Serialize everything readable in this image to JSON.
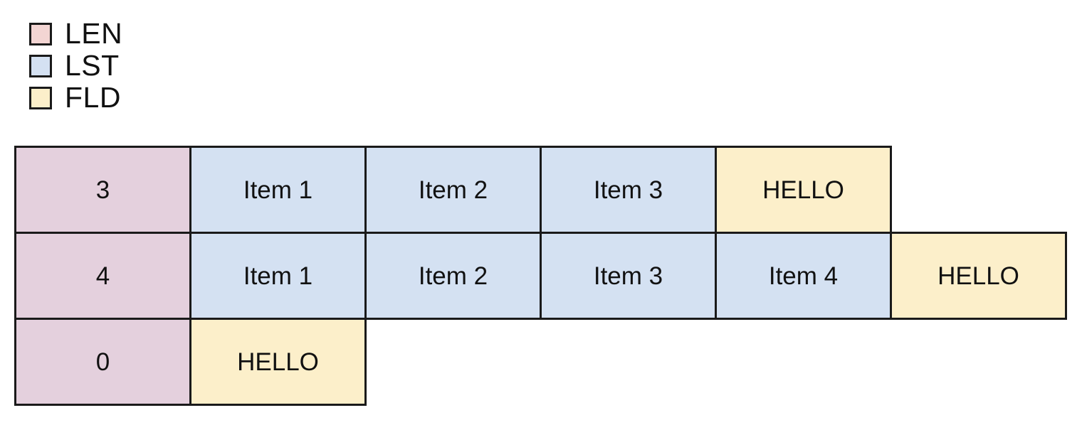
{
  "legend": {
    "items": [
      {
        "label": "LEN",
        "color": "#f3d5d3",
        "name": "len"
      },
      {
        "label": "LST",
        "color": "#d4e1f2",
        "name": "lst"
      },
      {
        "label": "FLD",
        "color": "#fcefca",
        "name": "fld"
      }
    ]
  },
  "colors": {
    "len_cell": "#e4d0dd",
    "lst_cell": "#d4e1f2",
    "fld_cell": "#fcefca",
    "border": "#1a1a1a",
    "background": "#ffffff",
    "text": "#111111"
  },
  "table": {
    "rows": [
      {
        "name": "row-len-3",
        "cells": [
          {
            "text": "3",
            "kind": "LEN"
          },
          {
            "text": "Item 1",
            "kind": "LST"
          },
          {
            "text": "Item 2",
            "kind": "LST"
          },
          {
            "text": "Item 3",
            "kind": "LST"
          },
          {
            "text": "HELLO",
            "kind": "FLD"
          }
        ]
      },
      {
        "name": "row-len-4",
        "cells": [
          {
            "text": "4",
            "kind": "LEN"
          },
          {
            "text": "Item 1",
            "kind": "LST"
          },
          {
            "text": "Item 2",
            "kind": "LST"
          },
          {
            "text": "Item 3",
            "kind": "LST"
          },
          {
            "text": "Item 4",
            "kind": "LST"
          },
          {
            "text": "HELLO",
            "kind": "FLD"
          }
        ]
      },
      {
        "name": "row-len-0",
        "cells": [
          {
            "text": "0",
            "kind": "LEN"
          },
          {
            "text": "HELLO",
            "kind": "FLD"
          }
        ]
      }
    ]
  }
}
